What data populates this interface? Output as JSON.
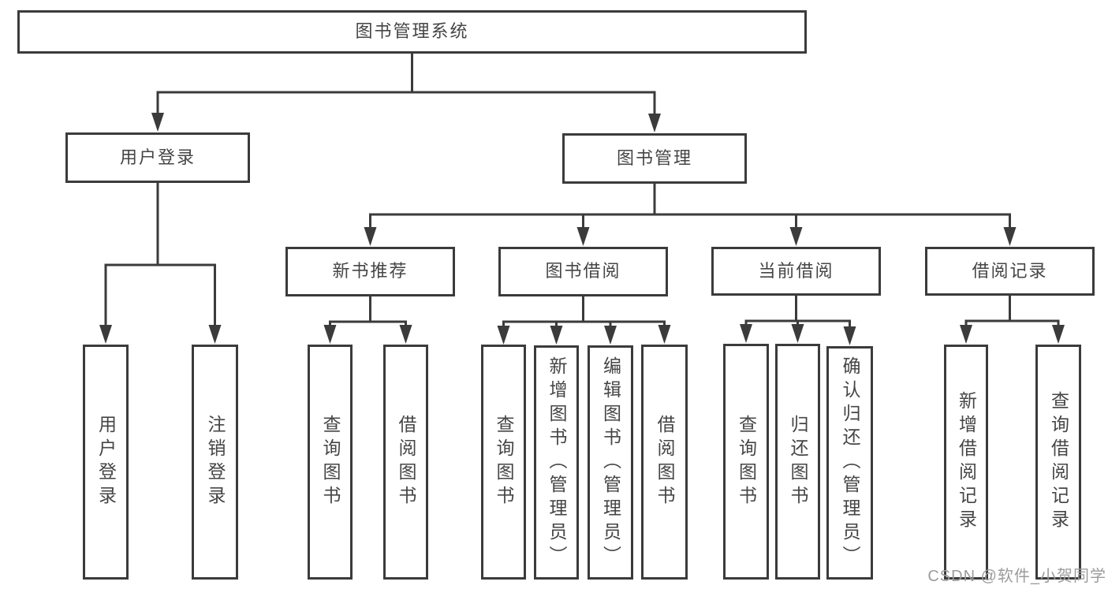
{
  "diagram": {
    "type": "hierarchy-tree",
    "nodes": [
      {
        "id": "root",
        "label": "图书管理系统"
      },
      {
        "id": "user-login",
        "label": "用户登录"
      },
      {
        "id": "book-mgmt",
        "label": "图书管理"
      },
      {
        "id": "new-book-rec",
        "label": "新书推荐"
      },
      {
        "id": "book-borrow",
        "label": "图书借阅"
      },
      {
        "id": "current-borrow",
        "label": "当前借阅"
      },
      {
        "id": "borrow-records",
        "label": "借阅记录"
      },
      {
        "id": "v-user-login",
        "label": "用户登录"
      },
      {
        "id": "v-logout",
        "label": "注销登录"
      },
      {
        "id": "nbr-query-books",
        "label": "查询图书"
      },
      {
        "id": "nbr-borrow-books",
        "label": "借阅图书"
      },
      {
        "id": "bb-query-books",
        "label": "查询图书"
      },
      {
        "id": "bb-add-books",
        "label": "新增图书（管理员）"
      },
      {
        "id": "bb-edit-books",
        "label": "编辑图书（管理员）"
      },
      {
        "id": "bb-borrow-books",
        "label": "借阅图书"
      },
      {
        "id": "cb-query-books",
        "label": "查询图书"
      },
      {
        "id": "cb-return-books",
        "label": "归还图书"
      },
      {
        "id": "cb-confirm-return",
        "label": "确认归还（管理员）"
      },
      {
        "id": "br-add-record",
        "label": "新增借阅记录"
      },
      {
        "id": "br-query-record",
        "label": "查询借阅记录"
      }
    ],
    "colors": {
      "line": "#3b3b3b",
      "text": "#454545",
      "background": "#ffffff",
      "watermark": "#9c9c9c"
    },
    "watermark": "CSDN @软件_小贺同学"
  }
}
